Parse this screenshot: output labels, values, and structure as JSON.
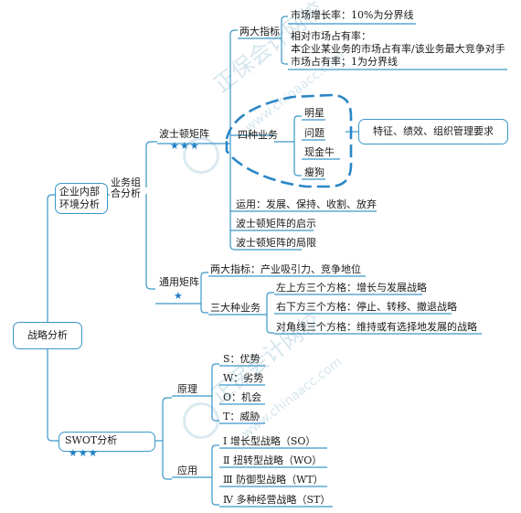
{
  "root": "战略分析",
  "internal": {
    "label_line1": "企业内部",
    "label_line2": "环境分析",
    "portfolio_line1": "业务组",
    "portfolio_line2": "合分析",
    "bcg": {
      "title": "波士顿矩阵",
      "stars": "★★★",
      "two_indicators": "两大指标",
      "growth_rate": "市场增长率：10%为分界线",
      "share_line1": "相对市场占有率：",
      "share_line2": "本企业某业务的市场占有率/该业务最大竞争对手",
      "share_line3": "市场占有率；1为分界线",
      "four_types": "四种业务",
      "types": [
        "明星",
        "问题",
        "现金牛",
        "瘦狗"
      ],
      "note": "特征、绩效、组织管理要求",
      "use": "运用：发展、保持、收割、放弃",
      "inspiration": "波士顿矩阵的启示",
      "limitation": "波士顿矩阵的局限"
    },
    "ge": {
      "title": "通用矩阵",
      "stars": "★",
      "two_indicators": "两大指标：产业吸引力、竞争地位",
      "nine_cells": "三大种业务",
      "items": [
        "左上方三个方格：增长与发展战略",
        "右下方三个方格：停止、转移、撤退战略",
        "对角线三个方格：维持或有选择地发展的战略"
      ]
    }
  },
  "swot": {
    "label": "SWOT分析",
    "stars": "★★★",
    "principle": "原理",
    "principle_items": [
      "S：优势",
      "W：劣势",
      "O：机会",
      "T：威胁"
    ],
    "application": "应用",
    "application_items": [
      "Ⅰ 增长型战略（SO）",
      "Ⅱ 扭转型战略（WO）",
      "Ⅲ 防御型战略（WT）",
      "Ⅳ 多种经营战略（ST）"
    ]
  },
  "watermark": {
    "text1": "正保会计网校",
    "text2": "www.chinaacc.com"
  },
  "colors": {
    "line": "#3a97c9",
    "star": "#1f7fc4",
    "dash": "#2a86c6"
  }
}
